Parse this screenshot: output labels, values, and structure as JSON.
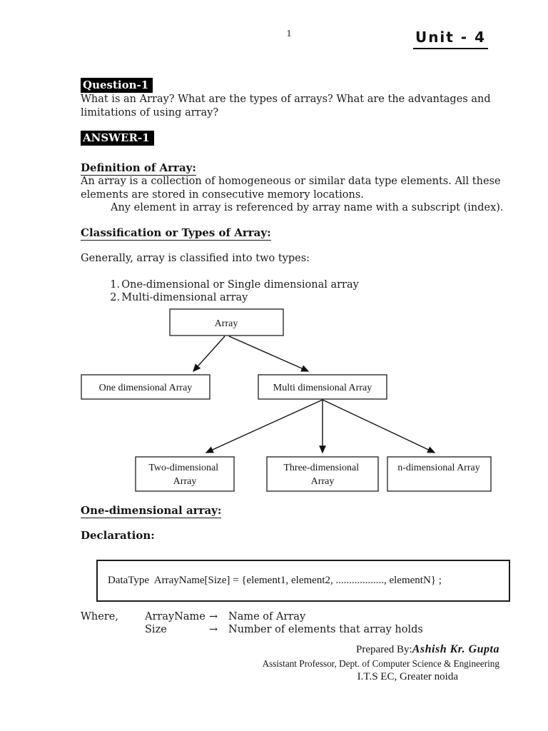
{
  "colors": {
    "text": "#1a1a1a",
    "highlight_bg": "#000000",
    "highlight_fg": "#ffffff"
  },
  "page": {
    "number": "1",
    "unit_title": "Unit - 4"
  },
  "question": {
    "label": "Question-1",
    "lines": [
      "What is an Array? What are the types of arrays? What are the advantages and",
      "limitations of using array?"
    ]
  },
  "answer": {
    "label": "ANSWER-1",
    "definition": {
      "heading": "Definition of Array:",
      "lines": [
        "An array is a collection of homogeneous or similar data type elements. All these",
        "elements are stored in consecutive memory locations."
      ],
      "indented_line": "Any element in array is referenced by array name with a subscript (index)."
    },
    "classification": {
      "heading": "Classification or Types of Array:",
      "intro": "Generally, array is classified into two types:",
      "items": [
        {
          "num": "1.",
          "text": "One-dimensional or Single dimensional array"
        },
        {
          "num": "2.",
          "text": "Multi-dimensional array"
        }
      ]
    }
  },
  "diagram": {
    "root_label": "Array",
    "one_dim_label": "One dimensional Array",
    "multi_dim_label": "Multi dimensional Array",
    "two_dim_line1": "Two-dimensional",
    "two_dim_line2": "Array",
    "three_dim_line1": "Three-dimensional",
    "three_dim_line2": "Array",
    "n_dim_label": "n-dimensional Array"
  },
  "one_dimensional": {
    "heading": "One-dimensional array:",
    "declaration_label": "Declaration:",
    "declaration_code": "DataType  ArrayName[Size] = {element1, element2, .................., elementN} ;"
  },
  "where": {
    "label": "Where,",
    "rows": [
      {
        "term": "ArrayName",
        "arrow": "→",
        "desc": "Name of Array"
      },
      {
        "term": "Size",
        "arrow": "→",
        "desc": "Number of elements that array holds"
      }
    ]
  },
  "footer": {
    "prepared_by": "Prepared By:",
    "signature": "Ashish Kr. Gupta",
    "role": "Assistant Professor, Dept. of Computer Science & Engineering",
    "institution": "I.T.S EC, Greater noida"
  }
}
